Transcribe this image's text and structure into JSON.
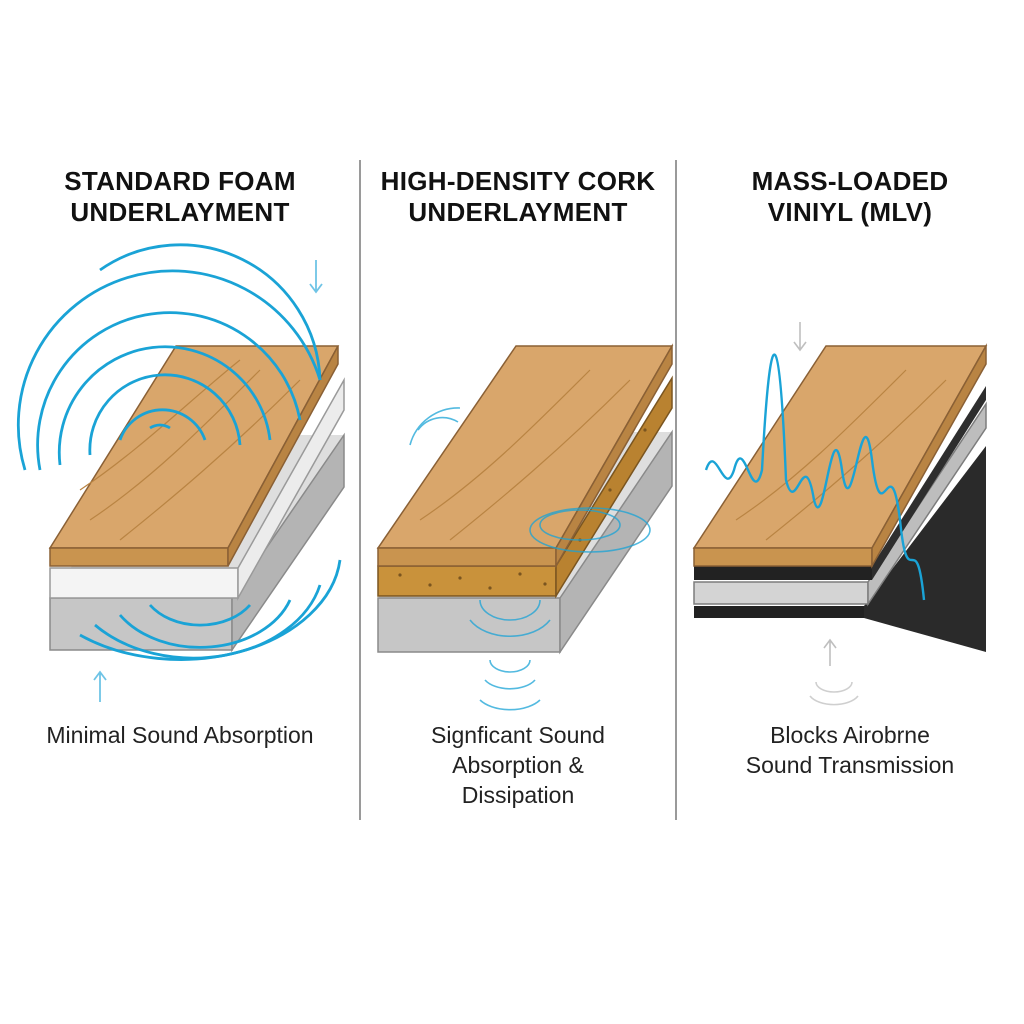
{
  "panels": [
    {
      "title": "STANDARD FOAM\nUNDERLAYMENT",
      "caption": "Minimal Sound Absorption"
    },
    {
      "title": "HIGH-DENSITY CORK\nUNDERLAYMENT",
      "caption": "Signficant Sound\nAbsorption &\nDissipation"
    },
    {
      "title": "MASS-LOADED\nVINIYL (MLV)",
      "caption": "Blocks Airobrne\nSound Transmission"
    }
  ],
  "colors": {
    "wood": "#d9a66b",
    "wood_side": "#c28a4e",
    "foam": "#f1f1f1",
    "concrete": "#c9c9c9",
    "cork": "#c9923b",
    "mlv": "#222222",
    "sound_wave": "#1aa3d6",
    "divider": "#9a9a9a"
  }
}
